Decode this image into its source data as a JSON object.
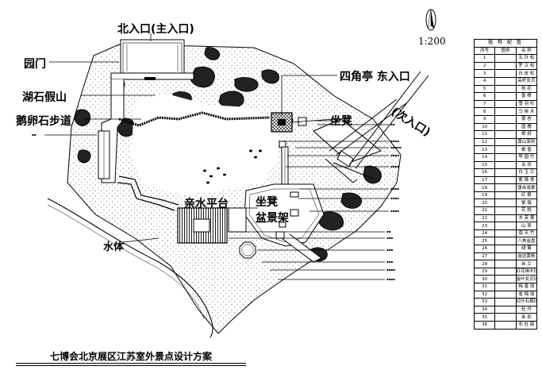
{
  "labels": {
    "north_entrance": "北入口(主入口)",
    "garden_gate": "园门",
    "lake_rock": "湖石假山",
    "pebble_path": "鹅卵石步道",
    "pavilion_east": "四角亭  东入口",
    "east_entrance_sub": "(次入口)",
    "bench_1": "坐凳",
    "water_platform": "亲水平台",
    "bench_2": "坐凳",
    "bonsai_rack": "盆景架",
    "water_body": "水体",
    "scale": "1:200",
    "title": "七博会北京展区江苏室外景点设计方案"
  },
  "plant_table": {
    "title": "植 物 配 置",
    "headers": [
      "序号",
      "图例",
      "名   称"
    ],
    "rows": [
      [
        "1",
        "五 针 松"
      ],
      [
        "2",
        "罗 汉 松"
      ],
      [
        "3",
        "白 皮 松"
      ],
      [
        "4",
        "高杆女贞"
      ],
      [
        "5",
        "桂   花"
      ],
      [
        "6",
        "香   樟"
      ],
      [
        "7",
        "雪 羽 杉"
      ],
      [
        "8",
        "马 褂 木"
      ],
      [
        "9",
        "银   杏"
      ],
      [
        "10",
        "国   槐"
      ],
      [
        "11",
        "榉   树"
      ],
      [
        "12",
        "黄山栾树"
      ],
      [
        "13",
        "枫   香"
      ],
      [
        "14",
        "早 园 竹"
      ],
      [
        "15",
        "合   欢"
      ],
      [
        "16",
        "白 玉 兰"
      ],
      [
        "17",
        "紫 薇 类"
      ],
      [
        "18",
        "垂丝海棠"
      ],
      [
        "19",
        "红   枫"
      ],
      [
        "20",
        "紫   薇"
      ],
      [
        "21",
        "花   桃"
      ],
      [
        "22",
        "木 芙 蓉"
      ],
      [
        "23",
        "山   茶"
      ],
      [
        "24",
        "南 天 竹"
      ],
      [
        "25",
        "八角金盘"
      ],
      [
        "26",
        "绿   篱"
      ],
      [
        "27",
        "金边黄杨"
      ],
      [
        "28",
        "丝   兰"
      ],
      [
        "29",
        "红花继木球"
      ],
      [
        "30",
        "金叶女贞球"
      ],
      [
        "31",
        "梅 香 球"
      ],
      [
        "32",
        "雀 梅 球"
      ],
      [
        "33",
        "红叶石楠球"
      ],
      [
        "34",
        "杜   丹"
      ],
      [
        "35",
        "茉   莉"
      ],
      [
        "36",
        "毛 杜 鹃"
      ]
    ]
  }
}
